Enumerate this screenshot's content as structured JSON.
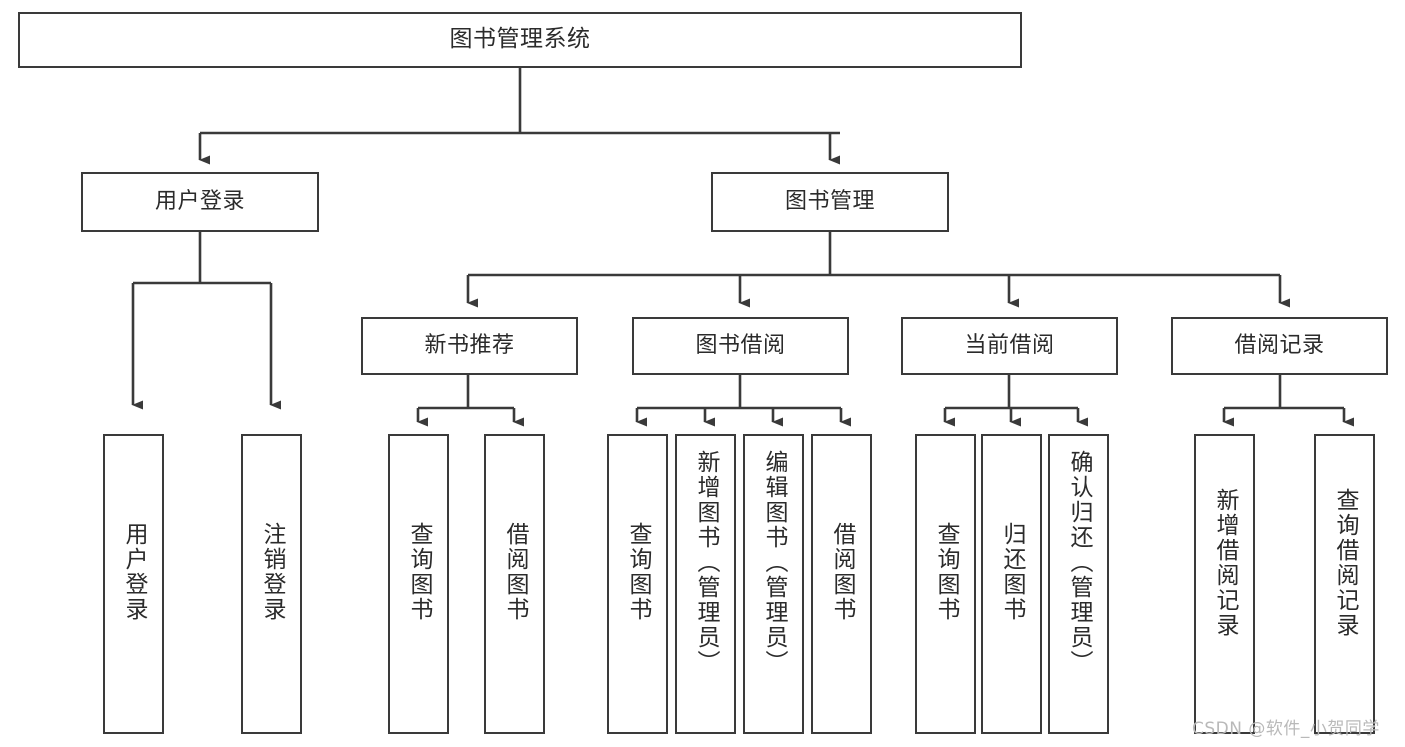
{
  "diagram": {
    "title": "图书管理系统",
    "type": "hierarchy-tree",
    "root": {
      "label": "图书管理系统"
    },
    "level2": [
      {
        "label": "用户登录"
      },
      {
        "label": "图书管理"
      }
    ],
    "level3": [
      {
        "label": "新书推荐"
      },
      {
        "label": "图书借阅"
      },
      {
        "label": "当前借阅"
      },
      {
        "label": "借阅记录"
      }
    ],
    "leaves": {
      "user_login": [
        {
          "label": "用户登录"
        },
        {
          "label": "注销登录"
        }
      ],
      "new_book_recommend": [
        {
          "label": "查询图书"
        },
        {
          "label": "借阅图书"
        }
      ],
      "book_borrow": [
        {
          "label": "查询图书"
        },
        {
          "label": "新增图书（管理员）"
        },
        {
          "label": "编辑图书（管理员）"
        },
        {
          "label": "借阅图书"
        }
      ],
      "current_borrow": [
        {
          "label": "查询图书"
        },
        {
          "label": "归还图书"
        },
        {
          "label": "确认归还（管理员）"
        }
      ],
      "borrow_record": [
        {
          "label": "新增借阅记录"
        },
        {
          "label": "查询借阅记录"
        }
      ]
    },
    "watermark": "CSDN @软件_小贺同学",
    "colors": {
      "border": "#3a3a3a",
      "text": "#2b2b2b",
      "background": "#ffffff",
      "watermark": "#b9b9b9"
    }
  }
}
